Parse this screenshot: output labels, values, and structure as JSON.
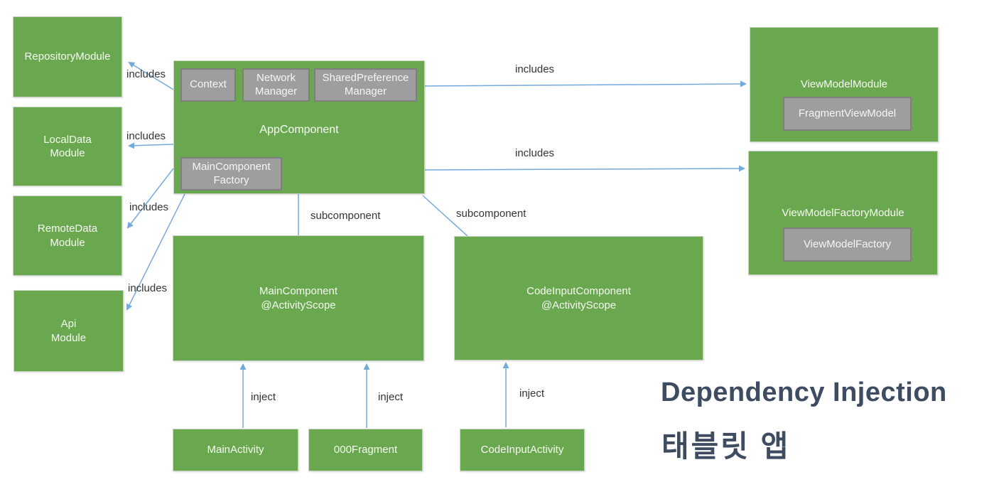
{
  "title": {
    "line1": "Dependency Injection",
    "line2": "태블릿 앱"
  },
  "labels": {
    "includes": "includes",
    "subcomponent": "subcomponent",
    "inject": "inject"
  },
  "modules": {
    "repository": "RepositoryModule",
    "local_data": "LocalData\nModule",
    "remote_data": "RemoteData\nModule",
    "api": "Api\nModule",
    "app_component": "AppComponent",
    "context": "Context",
    "network_manager": "Network\nManager",
    "sharedpreference_manager": "SharedPreference\nManager",
    "main_component_factory": "MainComponent\nFactory",
    "main_component": "MainComponent\n@ActivityScope",
    "code_input_component": "CodeInputComponent\n@ActivityScope",
    "view_model_module": "ViewModelModule",
    "fragment_view_model": "FragmentViewModel",
    "view_model_factory_module": "ViewModelFactoryModule",
    "view_model_factory": "ViewModelFactory",
    "main_activity": "MainActivity",
    "ooo_fragment": "000Fragment",
    "code_input_activity": "CodeInputActivity"
  },
  "colors": {
    "box_green": "#6aa84f",
    "box_gray": "#9e9e9e",
    "arrow_blue": "#74a9dc",
    "label_text": "#333333",
    "title_text": "#3e4c61",
    "box_text": "#f7faf3"
  }
}
